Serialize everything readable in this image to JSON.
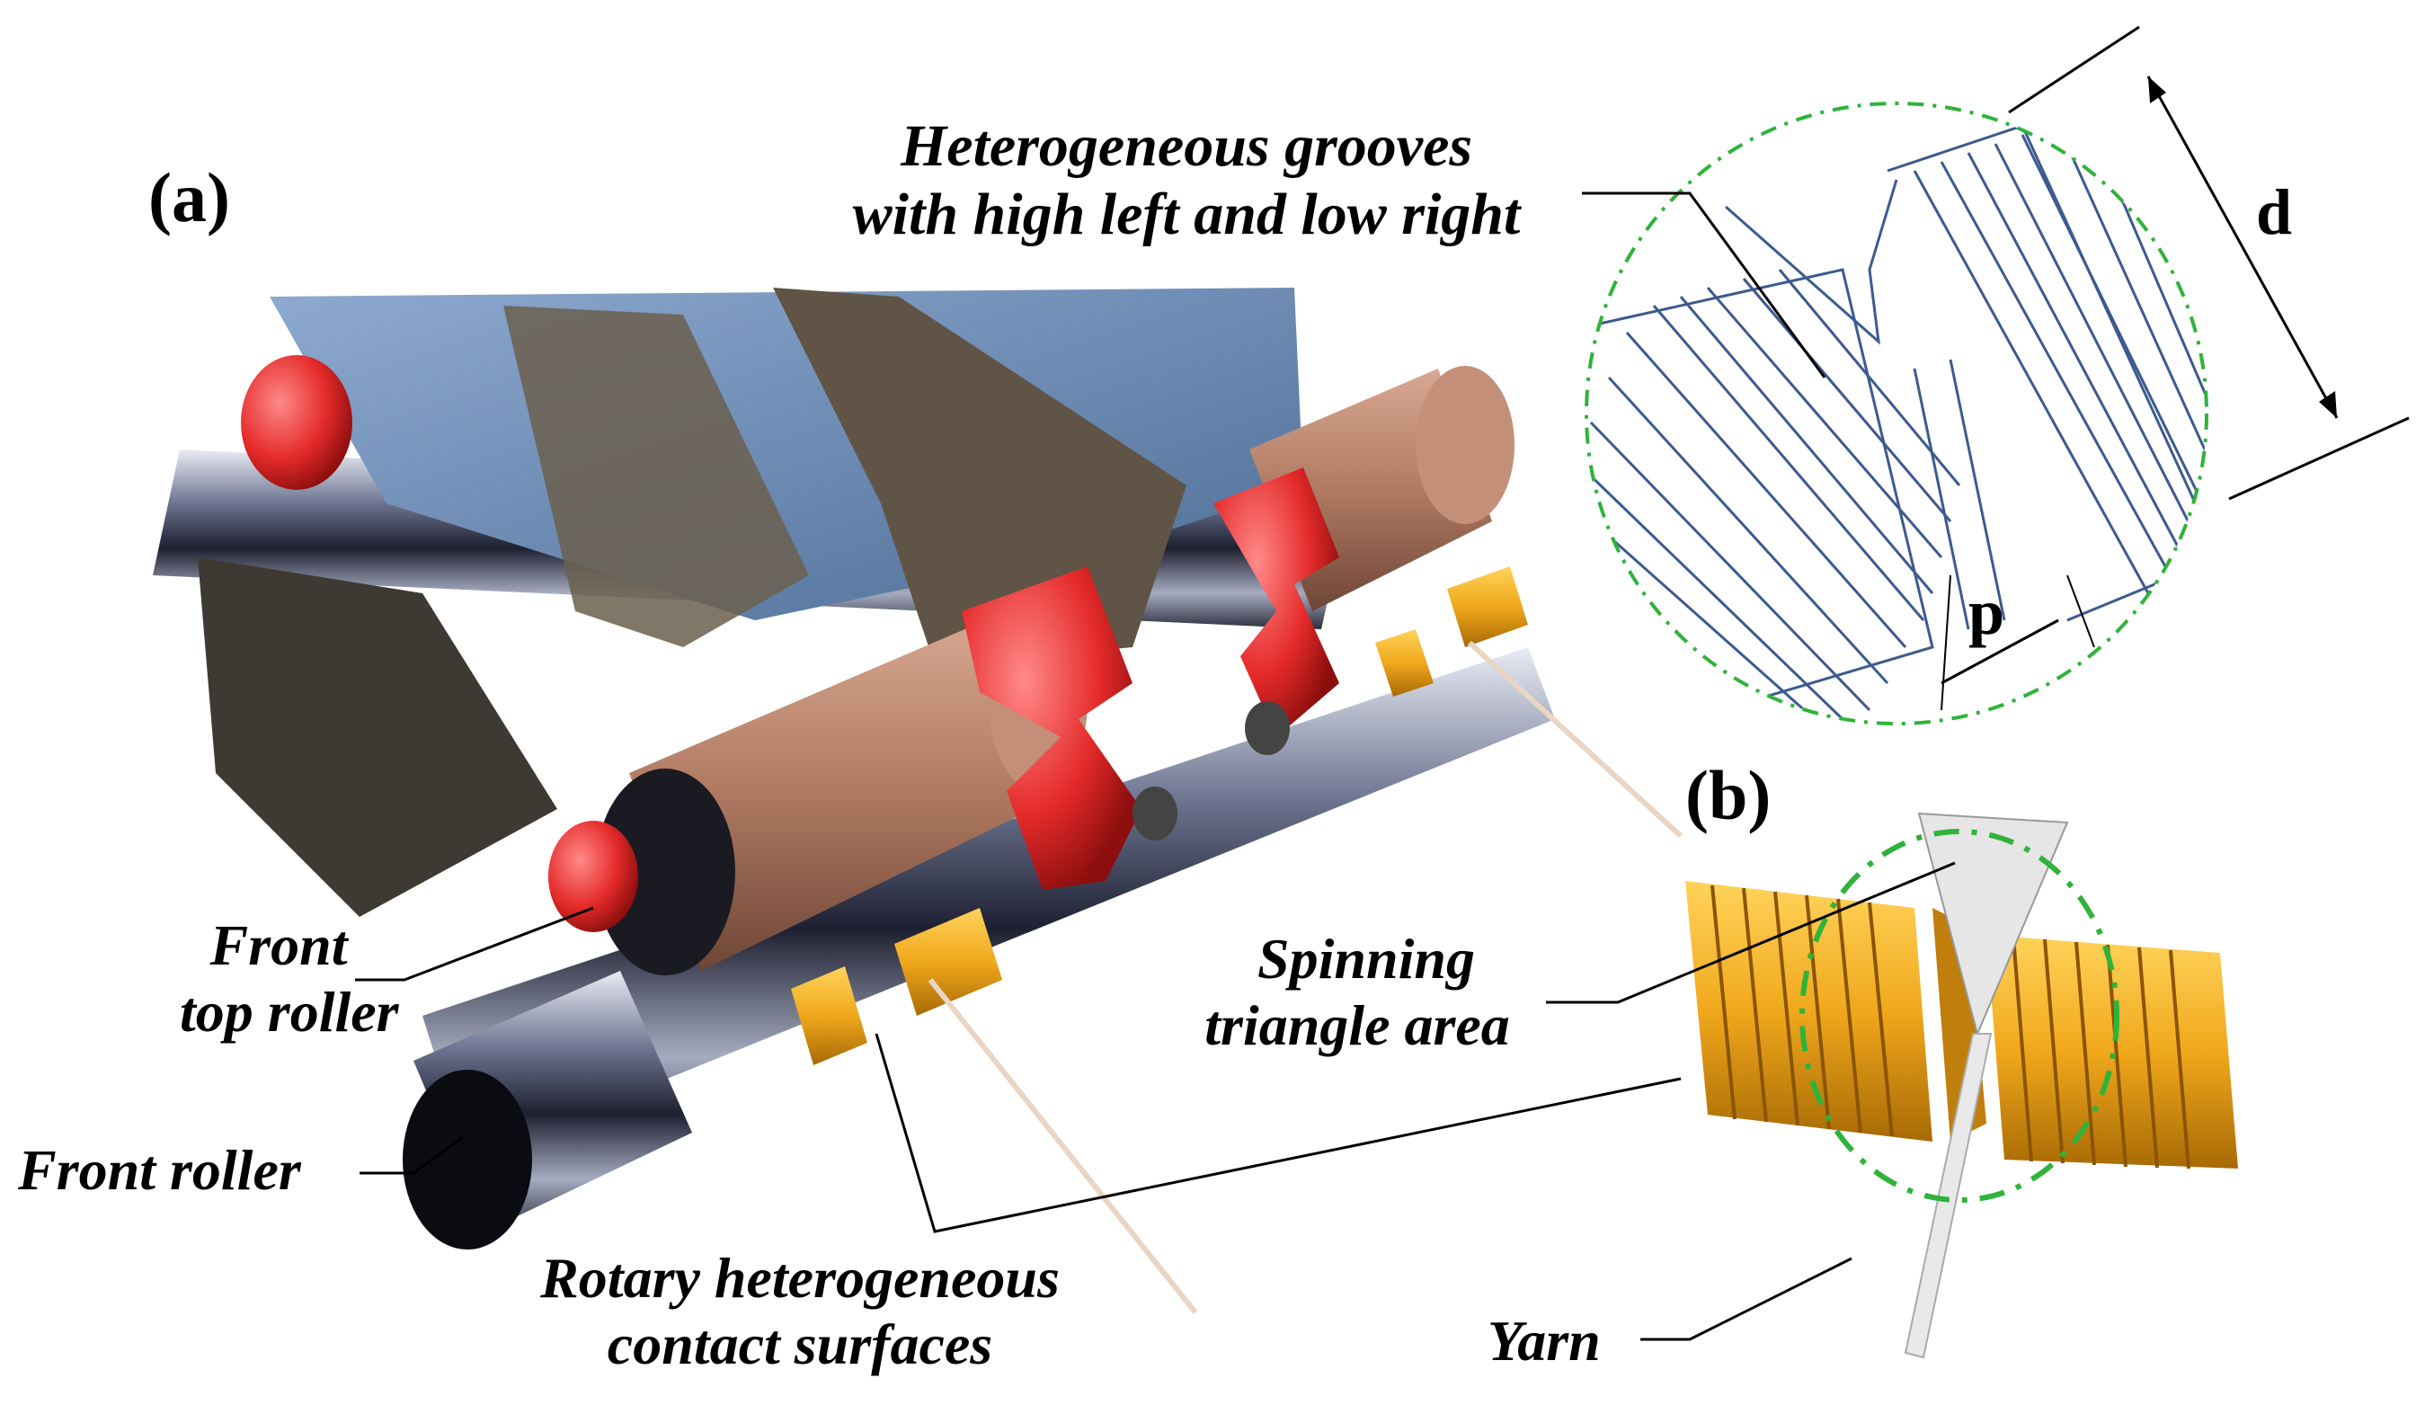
{
  "panel_labels": {
    "a": "(a)",
    "b": "(b)"
  },
  "labels": {
    "grooves_line1": "Heterogeneous grooves",
    "grooves_line2": "with high left and low right",
    "front_top_line1": "Front",
    "front_top_line2": "top roller",
    "front_roller": "Front roller",
    "rotary_line1": "Rotary heterogeneous",
    "rotary_line2": "contact surfaces",
    "spinning_line1": "Spinning",
    "spinning_line2": "triangle area",
    "yarn": "Yarn",
    "dim_d": "d",
    "dim_p": "p"
  },
  "colors": {
    "top_roller_cover": "#b07a62",
    "red_part": "#e52a2a",
    "steel": "#8a92a8",
    "cradle_blue": "#6f8fb3",
    "cradle_brown": "#6b5f4f",
    "gold_surface": "#f0a81c",
    "groove_line": "#3d5a8f",
    "zoom_circle": "#2fb33a",
    "triangle": "#e6e6e6"
  }
}
